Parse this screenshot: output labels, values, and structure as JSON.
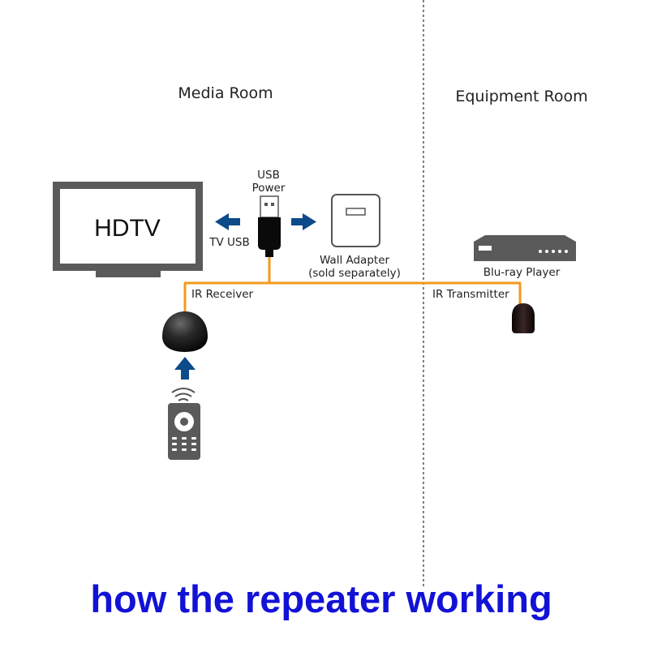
{
  "rooms": {
    "media": "Media Room",
    "equipment": "Equipment Room"
  },
  "devices": {
    "tv": "HDTV",
    "tv_usb": "TV USB",
    "usb_power_line1": "USB",
    "usb_power_line2": "Power",
    "wall_adapter_line1": "Wall Adapter",
    "wall_adapter_line2": "(sold separately)",
    "bluray": "Blu-ray Player",
    "ir_receiver": "IR Receiver",
    "ir_transmitter": "IR Transmitter"
  },
  "caption": "how the repeater working",
  "colors": {
    "cable": "#f29a1c",
    "arrow": "#0d4a8a",
    "device": "#5a5a5a",
    "caption": "#1212d6"
  }
}
